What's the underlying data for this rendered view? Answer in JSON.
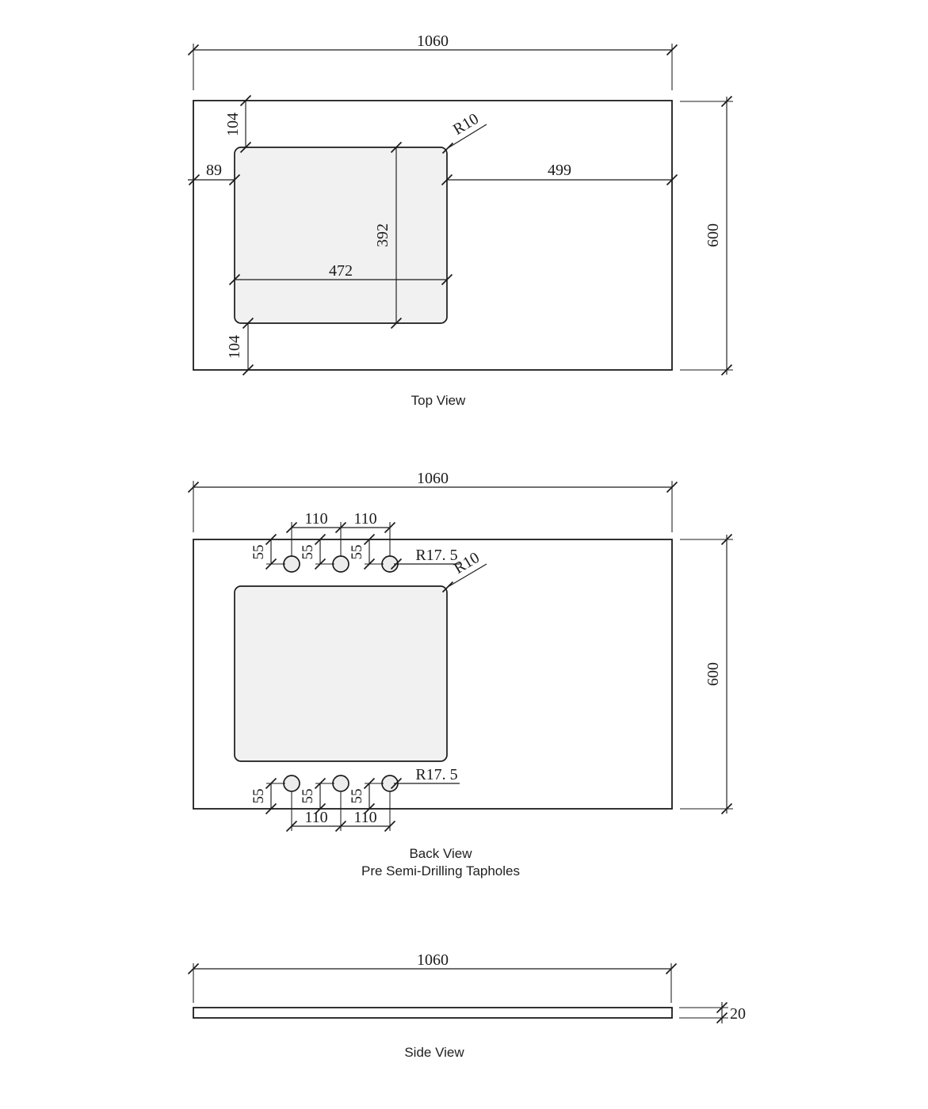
{
  "meta": {
    "background": "#ffffff",
    "line_color": "#1b1b1b",
    "cutout_fill": "#f1f1f1",
    "hole_fill": "#ececec"
  },
  "top_view": {
    "label": "Top View",
    "overall_width": "1060",
    "overall_depth": "600",
    "cutout_left_offset": "89",
    "cutout_right_offset": "499",
    "cutout_top_offset": "104",
    "cutout_bottom_offset": "104",
    "cutout_width": "472",
    "cutout_height": "392",
    "corner_radius": "R10"
  },
  "back_view": {
    "label": "Back View",
    "sublabel": "Pre Semi-Drilling Tapholes",
    "overall_width": "1060",
    "overall_depth": "600",
    "taphole_spacing_left": "110",
    "taphole_spacing_right": "110",
    "taphole_edge_offset": "55",
    "taphole_radius": "R17. 5",
    "corner_radius": "R10"
  },
  "side_view": {
    "label": "Side View",
    "overall_width": "1060",
    "thickness": "20"
  }
}
